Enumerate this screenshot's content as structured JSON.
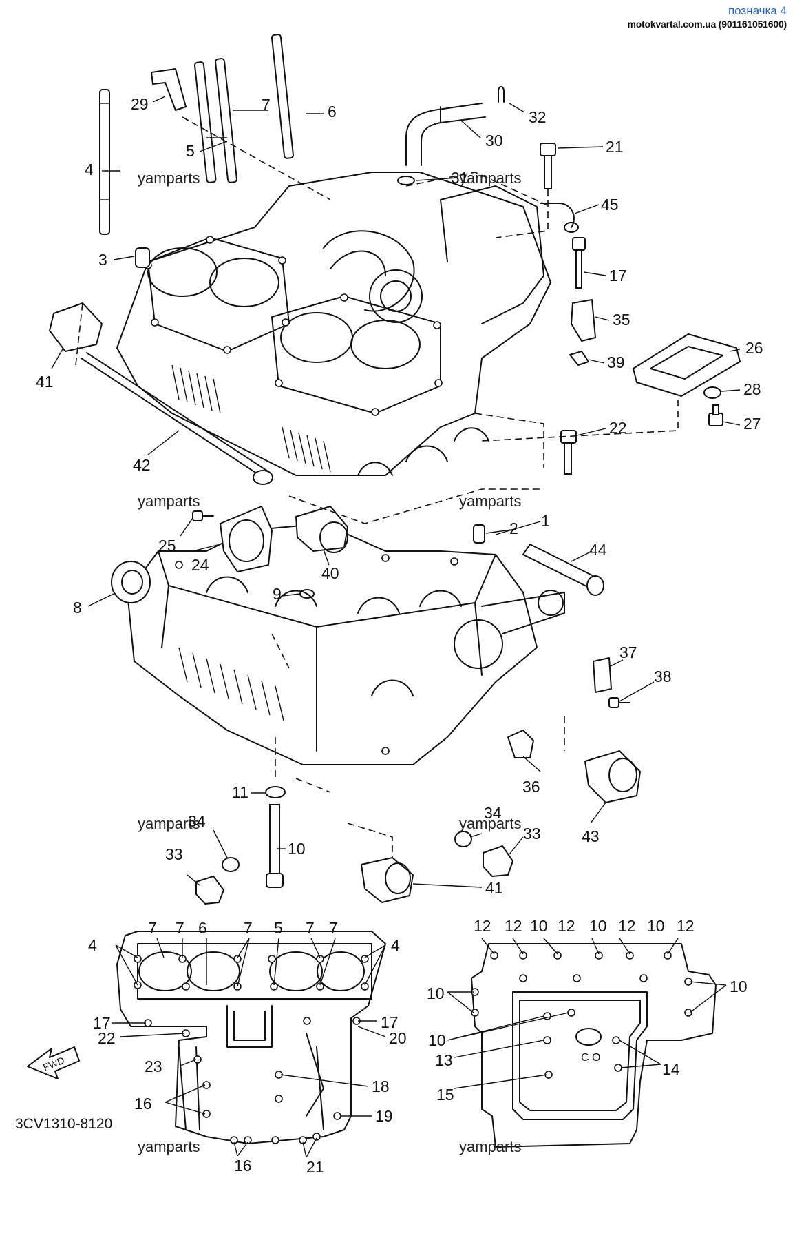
{
  "header": {
    "link_text": "позначка 4",
    "site_text": "motokvartal.com.ua (901161051600)"
  },
  "watermark": "yamparts",
  "diagram_code": "3CV1310-8120",
  "fwd_label": "FWD",
  "labels": [
    "29",
    "7",
    "6",
    "5",
    "4",
    "3",
    "41",
    "42",
    "32",
    "30",
    "21",
    "31",
    "45",
    "17",
    "35",
    "39",
    "26",
    "28",
    "27",
    "22",
    "2",
    "1",
    "25",
    "24",
    "40",
    "8",
    "9",
    "44",
    "37",
    "38",
    "36",
    "43",
    "11",
    "10",
    "34",
    "33",
    "12",
    "13",
    "14",
    "15",
    "16",
    "18",
    "19",
    "20",
    "23"
  ],
  "colors": {
    "ink": "#111111",
    "link": "#2a64c8",
    "paper": "#ffffff"
  }
}
